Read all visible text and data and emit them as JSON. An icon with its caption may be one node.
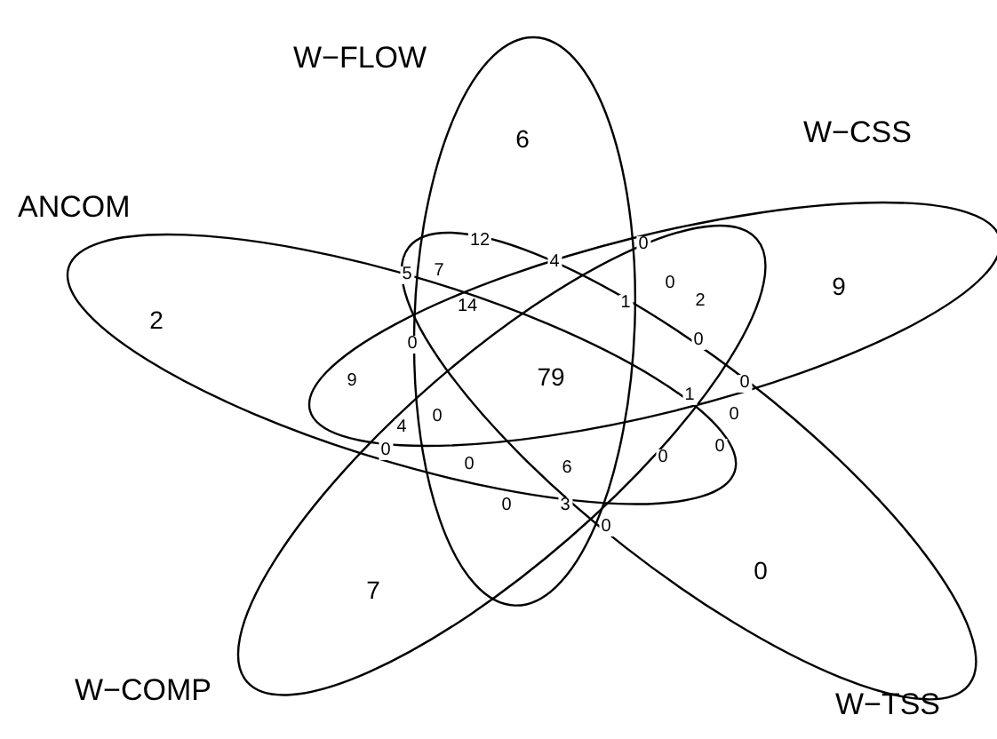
{
  "diagram": {
    "nodes": [
      {
        "text": [
          "ANCOM"
        ]
      },
      {
        "text": [
          "W−FLOW"
        ]
      },
      {
        "text": [
          "W−CSS"
        ]
      },
      {
        "text": [
          "W−TSS"
        ]
      },
      {
        "text": [
          "W−COMP"
        ]
      }
    ],
    "labels": [
      "6",
      "12",
      "4",
      "0",
      "5",
      "7",
      "0",
      "2",
      "9",
      "2",
      "14",
      "1",
      "0",
      "0",
      "9",
      "79",
      "1",
      "0",
      "4",
      "0",
      "0",
      "0",
      "0",
      "6",
      "0",
      "0",
      "0",
      "3",
      "0",
      "7",
      "0"
    ]
  }
}
